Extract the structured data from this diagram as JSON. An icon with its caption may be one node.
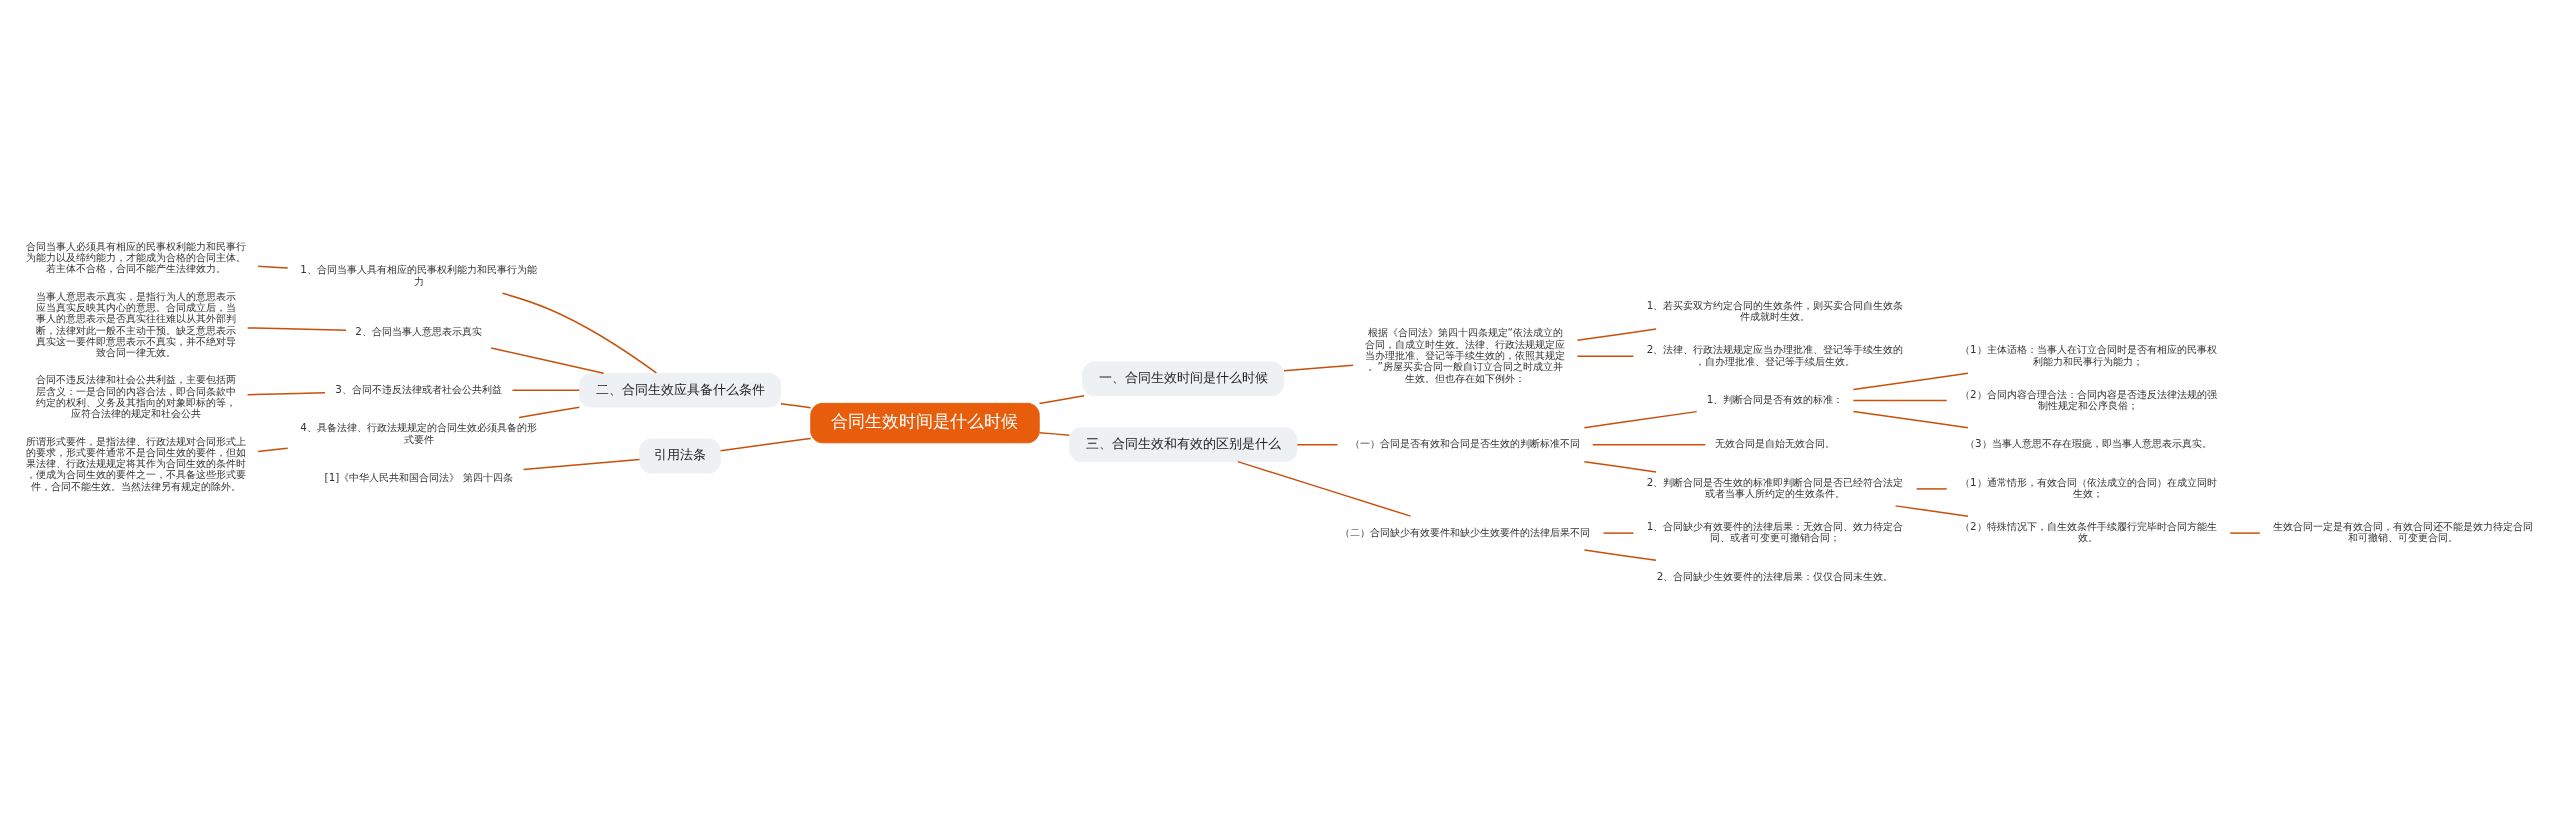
{
  "diagram": {
    "nodes": [
      {
        "text": [
          "合同生效时间是什么时候"
        ]
      },
      {
        "text": [
          "一、合同生效时间是什么时候"
        ]
      },
      {
        "text": [
          "根据《合同法》第四十四条规定“依法成立的合同，自成立时生效。法律、行政法规规定应当办理批准、登记等手续生效的，依照其规定。”房屋买卖合同一般自订立合同之时成立并生效。但也存在如下例外："
        ]
      },
      {
        "text": [
          "1、若买卖双方约定合同的生效条件，则买卖合同自生效条件成就时生效。"
        ]
      },
      {
        "text": [
          "2、法律、行政法规规定应当办理批准、登记等手续生效的，自办理批准、登记等手续后生效。"
        ]
      },
      {
        "text": [
          "二、合同生效应具备什么条件"
        ]
      },
      {
        "text": [
          "1、合同当事人具有相应的民事权利能力和民事行为能力"
        ]
      },
      {
        "text": [
          "合同当事人必须具有相应的民事权利能力和民事行为能力以及缔约能力，才能成为合格的合同主体。若主体不合格，合同不能产生法律效力。"
        ]
      },
      {
        "text": [
          "2、合同当事人意思表示真实"
        ]
      },
      {
        "text": [
          "当事人意思表示真实，是指行为人的意思表示应当真实反映其内心的意思。合同成立后，当事人的意思表示是否真实往往难以从其外部判断，法律对此一般不主动干预。缺乏意思表示真实这一要件即意思表示不真实，并不绝对导致合同一律无效。"
        ]
      },
      {
        "text": [
          "3、合同不违反法律或者社会公共利益"
        ]
      },
      {
        "text": [
          "合同不违反法律和社会公共利益，主要包括两层含义：一是合同的内容合法，即合同条款中约定的权利、义务及其指向的对象即标的等，应符合法律的规定和社会公共"
        ]
      },
      {
        "text": [
          "4、具备法律、行政法规规定的合同生效必须具备的形式要件"
        ]
      },
      {
        "text": [
          "所谓形式要件，是指法律、行政法规对合同形式上的要求，形式要件通常不是合同生效的要件，但如果法律、行政法规规定将其作为合同生效的条件时，便成为合同生效的要件之一，不具备这些形式要件，合同不能生效。当然法律另有规定的除外。"
        ]
      },
      {
        "text": [
          "引用法条"
        ]
      },
      {
        "text": [
          "[1]《中华人民共和国合同法》 第四十四条"
        ]
      },
      {
        "text": [
          "三、合同生效和有效的区别是什么"
        ]
      },
      {
        "text": [
          "（一）合同是否有效和合同是否生效的判断标准不同"
        ]
      },
      {
        "text": [
          "1、判断合同是否有效的标准："
        ]
      },
      {
        "text": [
          "（1）主体适格：当事人在订立合同时是否有相应的民事权利能力和民事行为能力；"
        ]
      },
      {
        "text": [
          "（2）合同内容合理合法：合同内容是否违反法律法规的强制性规定和公序良俗；"
        ]
      },
      {
        "text": [
          "（3）当事人意思不存在瑕疵，即当事人意思表示真实。"
        ]
      },
      {
        "text": [
          "无效合同是自始无效合同。"
        ]
      },
      {
        "text": [
          "2、判断合同是否生效的标准即判断合同是否已经符合法定或者当事人所约定的生效条件。"
        ]
      },
      {
        "text": [
          "（1）通常情形，有效合同（依法成立的合同）在成立同时生效；"
        ]
      },
      {
        "text": [
          "（2）特殊情况下，自生效条件手续履行完毕时合同方能生效。"
        ]
      },
      {
        "text": [
          "生效合同一定是有效合同，有效合同还不能是效力待定合同和可撤销、可变更合同。"
        ]
      },
      {
        "text": [
          "（二）合同缺少有效要件和缺少生效要件的法律后果不同"
        ]
      },
      {
        "text": [
          "1、合同缺少有效要件的法律后果：无效合同、效力待定合同、或者可变更可撤销合同；"
        ]
      },
      {
        "text": [
          "2、合同缺少生效要件的法律后果：仅仅合同未生效。"
        ]
      }
    ],
    "edges": [
      {
        "from": 0,
        "to": 1,
        "arrow": "none"
      },
      {
        "from": 1,
        "to": 2,
        "arrow": "none"
      },
      {
        "from": 2,
        "to": 3,
        "arrow": "none"
      },
      {
        "from": 2,
        "to": 4,
        "arrow": "none"
      },
      {
        "from": 0,
        "to": 5,
        "arrow": "none"
      },
      {
        "from": 5,
        "to": 6,
        "arrow": "none"
      },
      {
        "from": 6,
        "to": 7,
        "arrow": "none"
      },
      {
        "from": 5,
        "to": 8,
        "arrow": "none"
      },
      {
        "from": 8,
        "to": 9,
        "arrow": "none"
      },
      {
        "from": 5,
        "to": 10,
        "arrow": "none"
      },
      {
        "from": 10,
        "to": 11,
        "arrow": "none"
      },
      {
        "from": 5,
        "to": 12,
        "arrow": "none"
      },
      {
        "from": 12,
        "to": 13,
        "arrow": "none"
      },
      {
        "from": 0,
        "to": 14,
        "arrow": "none"
      },
      {
        "from": 14,
        "to": 15,
        "arrow": "none"
      },
      {
        "from": 0,
        "to": 16,
        "arrow": "none"
      },
      {
        "from": 16,
        "to": 17,
        "arrow": "none"
      },
      {
        "from": 17,
        "to": 18,
        "arrow": "none"
      },
      {
        "from": 18,
        "to": 19,
        "arrow": "none"
      },
      {
        "from": 18,
        "to": 20,
        "arrow": "none"
      },
      {
        "from": 18,
        "to": 21,
        "arrow": "none"
      },
      {
        "from": 17,
        "to": 22,
        "arrow": "none"
      },
      {
        "from": 17,
        "to": 23,
        "arrow": "none"
      },
      {
        "from": 23,
        "to": 24,
        "arrow": "none"
      },
      {
        "from": 23,
        "to": 25,
        "arrow": "none"
      },
      {
        "from": 25,
        "to": 26,
        "arrow": "none"
      },
      {
        "from": 16,
        "to": 27,
        "arrow": "none"
      },
      {
        "from": 27,
        "to": 28,
        "arrow": "none"
      },
      {
        "from": 27,
        "to": 29,
        "arrow": "none"
      }
    ]
  }
}
